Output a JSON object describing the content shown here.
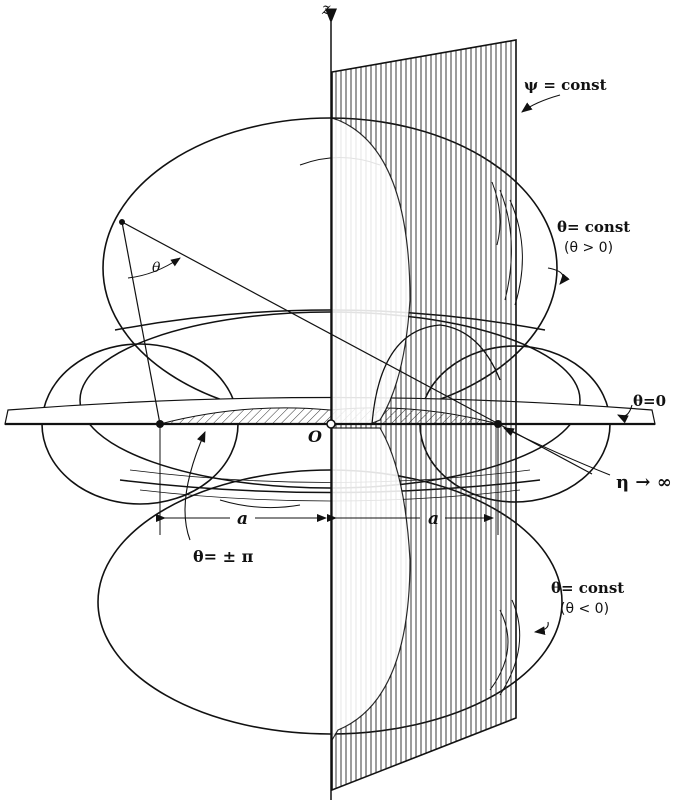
{
  "diagram": {
    "axis_label": "z",
    "origin_label": "O",
    "plane_label": "ψ = const",
    "upper_surface": {
      "label": "θ= const",
      "condition": "(θ > 0)"
    },
    "lower_surface": {
      "label": "θ= const",
      "condition": "(θ < 0)"
    },
    "disk_label": "θ=0",
    "cut_label": "θ= ± π",
    "focus_label": "η → ∞",
    "angle_label": "θ",
    "dim_left": "a",
    "dim_right": "a"
  },
  "colors": {
    "ink": "#111111",
    "paper": "#ffffff",
    "hatch": "#333333"
  }
}
